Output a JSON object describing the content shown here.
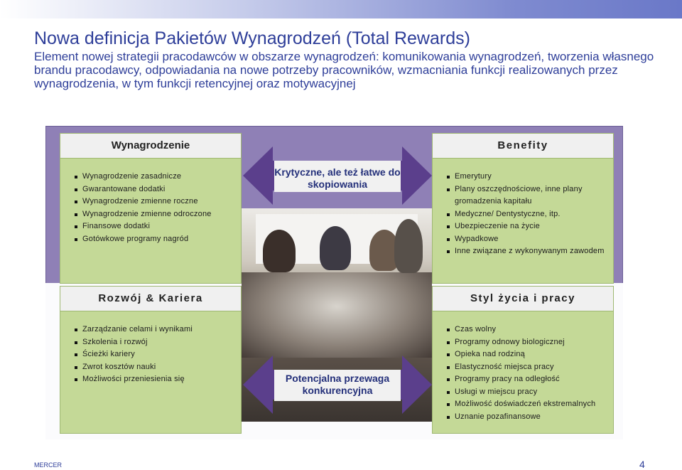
{
  "title": "Nowa definicja Pakietów Wynagrodzeń (Total Rewards)",
  "subtitle": "Element nowej strategii pracodawców w obszarze wynagrodzeń: komunikowania wynagrodzeń, tworzenia własnego brandu pracodawcy, odpowiadania na nowe potrzeby pracowników, wzmacniania funkcji realizowanych przez wynagrodzenia, w tym funkcji retencyjnej oraz motywacyjnej",
  "quadrants": {
    "top_left": {
      "title": "Wynagrodzenie",
      "items": [
        "Wynagrodzenie zasadnicze",
        "Gwarantowane dodatki",
        "Wynagrodzenie zmienne roczne",
        "Wynagrodzenie zmienne odroczone",
        "Finansowe dodatki",
        "Gotówkowe programy nagród"
      ]
    },
    "top_right": {
      "title": "Benefity",
      "items": [
        "Emerytury",
        "Plany oszczędnościowe, inne plany gromadzenia kapitału",
        "Medyczne/ Dentystyczne, itp.",
        "Ubezpieczenie na życie",
        "Wypadkowe",
        "Inne związane z wykonywanym zawodem"
      ]
    },
    "bottom_left": {
      "title": "Rozwój & Kariera",
      "items": [
        "Zarządzanie celami i wynikami",
        "Szkolenia i rozwój",
        "Ścieżki kariery",
        "Zwrot kosztów nauki",
        "Możliwości przeniesienia się"
      ]
    },
    "bottom_right": {
      "title": "Styl życia i pracy",
      "items": [
        "Czas wolny",
        "Programy odnowy biologicznej",
        "Opieka nad rodziną",
        "Elastyczność miejsca pracy",
        "Programy pracy na odległość",
        "Usługi w miejscu pracy",
        "Możliwość doświadczeń ekstremalnych",
        "Uznanie pozafinansowe"
      ]
    }
  },
  "arrows": {
    "top": "Krytyczne, ale też łatwe do skopiowania",
    "bottom": "Potencjalna przewaga konkurencyjna"
  },
  "footer": {
    "brand": "MERCER",
    "page": "4"
  },
  "colors": {
    "title": "#2e3e99",
    "panel": "#c4d997",
    "frame": "#8f80b6",
    "arrow": "#5b3f8c"
  }
}
